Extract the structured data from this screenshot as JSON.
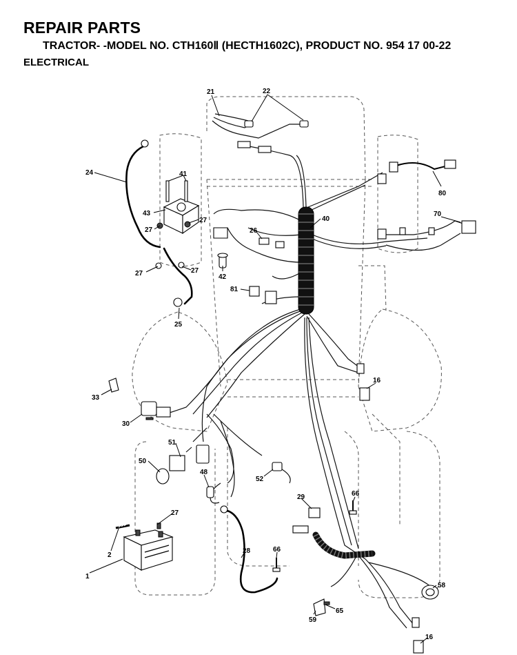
{
  "header": {
    "title": "REPAIR PARTS",
    "subtitle": "TRACTOR- -MODEL NO. CTH160Ⅱ (HECTH1602C), PRODUCT NO. 954 17 00-22",
    "section": "ELECTRICAL"
  },
  "callouts": {
    "c21": "21",
    "c22": "22",
    "c24": "24",
    "c41": "41",
    "c43": "43",
    "c27a": "27",
    "c27b": "27",
    "c27c": "27",
    "c27d": "27",
    "c27e": "27",
    "c80": "80",
    "c70": "70",
    "c40": "40",
    "c26": "26",
    "c42": "42",
    "c81": "81",
    "c25": "25",
    "c16a": "16",
    "c33": "33",
    "c30": "30",
    "c51": "51",
    "c50": "50",
    "c48": "48",
    "c52": "52",
    "c29": "29",
    "c66a": "66",
    "c66b": "66",
    "c28": "28",
    "c2": "2",
    "c1": "1",
    "c58": "58",
    "c65": "65",
    "c59": "59",
    "c16b": "16"
  }
}
